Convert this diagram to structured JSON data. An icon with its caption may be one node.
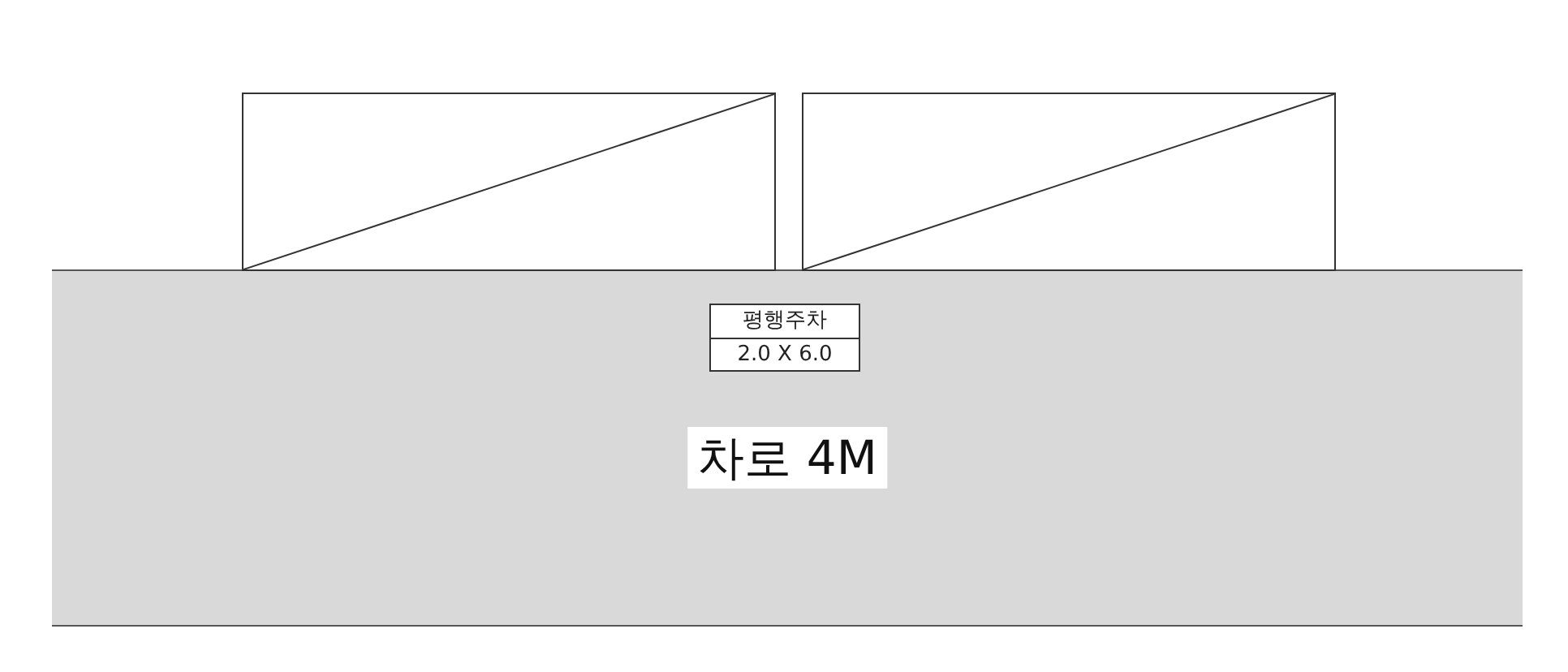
{
  "diagram": {
    "nodes": [
      {
        "text": [
          "차로 4M"
        ]
      },
      {
        "text": [
          "평행주차",
          "2.0 X 6.0"
        ],
        "in": 0
      },
      {
        "text": [],
        "shape": "box"
      },
      {
        "text": [],
        "shape": "box"
      }
    ],
    "edges": []
  }
}
